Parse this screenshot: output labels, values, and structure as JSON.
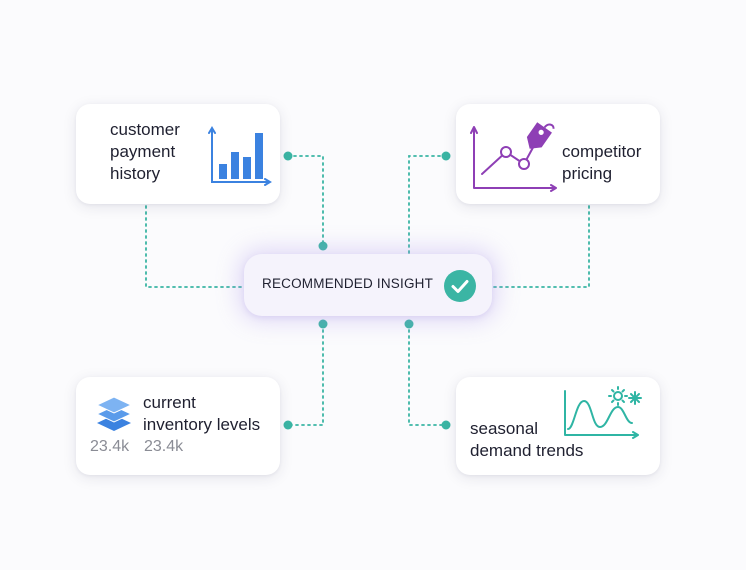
{
  "center": {
    "label": "RECOMMENDED INSIGHT",
    "icon": "check-circle-icon",
    "accent": "#3bb5a4"
  },
  "cards": {
    "payment": {
      "label": "customer\npayment\nhistory",
      "icon": "bar-chart-icon",
      "accent": "#3b82e0"
    },
    "competitor": {
      "label": "competitor\npricing",
      "icon": "price-tag-line-chart-icon",
      "accent": "#8e3fb5"
    },
    "inventory": {
      "label": "current\ninventory levels",
      "icon": "stacked-layers-icon",
      "accent": "#3b82e0",
      "values": [
        "23.4k",
        "23.4k"
      ]
    },
    "seasonal": {
      "label": "seasonal\ndemand trends",
      "icon": "wave-chart-weather-icon",
      "accent": "#2fb5a4"
    }
  },
  "connector_color": "#3bb5a4"
}
